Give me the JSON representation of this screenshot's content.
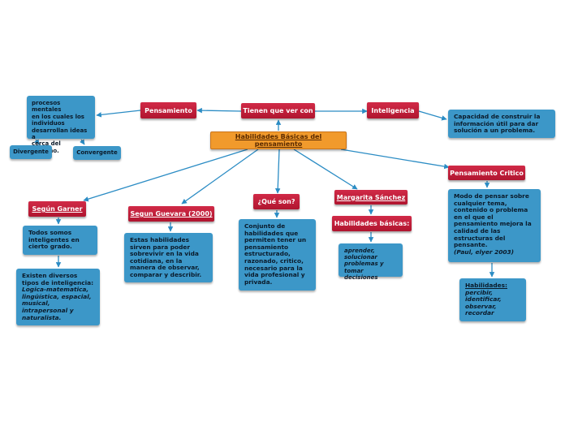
{
  "root": {
    "label": "Habilidades Básicas del pensamiento"
  },
  "tienen": {
    "label": "Tienen que ver con"
  },
  "pensamiento": {
    "label": "Pensamiento"
  },
  "inteligencia": {
    "label": "Inteligencia"
  },
  "procesos": {
    "lines": [
      "procesos mentales",
      "en los cuales los",
      "individuos",
      "desarrollan ideas a",
      "cerca del entorno."
    ]
  },
  "divergente": {
    "label": "Divergente"
  },
  "convergente": {
    "label": "Convergente"
  },
  "capacidad": {
    "lines": [
      "Capacidad de construir la",
      "información útil para dar",
      "solución a un problema."
    ]
  },
  "garner": {
    "label": "Según Garner"
  },
  "guevara": {
    "label": "Segun Guevara (2000)"
  },
  "queson": {
    "label": "¿Qué son?"
  },
  "margarita": {
    "label": "Margarita Sánchez"
  },
  "critico": {
    "label": "Pensamiento Critico"
  },
  "todos": {
    "lines": [
      "Todos somos",
      "inteligentes en",
      "cierto grado."
    ]
  },
  "existen": {
    "line1": "Existen diversos",
    "line2": "tipos de inteligencia:",
    "italic_lines": [
      "Logica-matematica,",
      "lingüística, espacial,",
      "musical,",
      "intrapersonal y",
      "naturalista."
    ]
  },
  "estas": {
    "lines": [
      "Estas habilidades",
      "sirven para poder",
      "sobrevivir en la vida",
      "cotidiana, en la",
      "manera de observar,",
      "comparar y describir."
    ]
  },
  "conjunto": {
    "lines": [
      "Conjunto de",
      "habilidades que",
      "permiten tener un",
      "pensamiento",
      "estructurado,",
      "razonado, critico,",
      "necesario para la",
      "vida profesional y",
      "privada."
    ]
  },
  "basicas": {
    "label": "Habilidades básicas:"
  },
  "aprender": {
    "lines": [
      "aprender,",
      "solucionar",
      "problemas y",
      "tomar decisiones"
    ]
  },
  "modo": {
    "lines": [
      "Modo de pensar sobre",
      "cualquier tema,",
      "contenido o problema",
      "en el que el",
      "pensamiento mejora la",
      "calidad de las",
      "estructuras del",
      "pensante."
    ],
    "citation": "(Paul, elyer 2003)"
  },
  "hab": {
    "title": "Habilidades:",
    "italic_lines": [
      "percibir,",
      "identificar,",
      "observar,",
      "recordar"
    ]
  },
  "colors": {
    "red": "#c0203b",
    "orange": "#f19a2c",
    "blue": "#3c97c8",
    "line": "#2b8cc4"
  }
}
